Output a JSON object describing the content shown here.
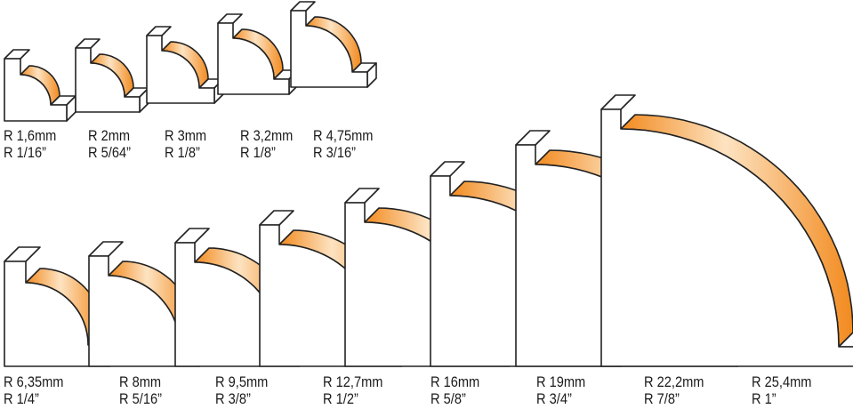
{
  "profiles": {
    "small": [
      {
        "metric": "R 1,6mm",
        "imperial": "R 1/16”"
      },
      {
        "metric": "R 2mm",
        "imperial": "R 5/64”"
      },
      {
        "metric": "R 3mm",
        "imperial": "R 1/8”"
      },
      {
        "metric": "R 3,2mm",
        "imperial": "R 1/8”"
      },
      {
        "metric": "R 4,75mm",
        "imperial": "R 3/16”"
      }
    ],
    "large": [
      {
        "metric": "R 6,35mm",
        "imperial": "R 1/4”"
      },
      {
        "metric": "R 8mm",
        "imperial": "R 5/16”"
      },
      {
        "metric": "R 9,5mm",
        "imperial": "R 3/8”"
      },
      {
        "metric": "R 12,7mm",
        "imperial": "R 1/2”"
      },
      {
        "metric": "R 16mm",
        "imperial": "R 5/8”"
      },
      {
        "metric": "R 19mm",
        "imperial": "R 3/4”"
      },
      {
        "metric": "R 22,2mm",
        "imperial": "R 7/8”"
      },
      {
        "metric": "R 25,4mm",
        "imperial": "R 1”"
      }
    ]
  },
  "colors": {
    "profile_orange": "#f28a1e",
    "profile_highlight": "#fde3c2",
    "block_fill": "#ffffff",
    "outline": "#222222",
    "label": "#1a1a1a"
  }
}
